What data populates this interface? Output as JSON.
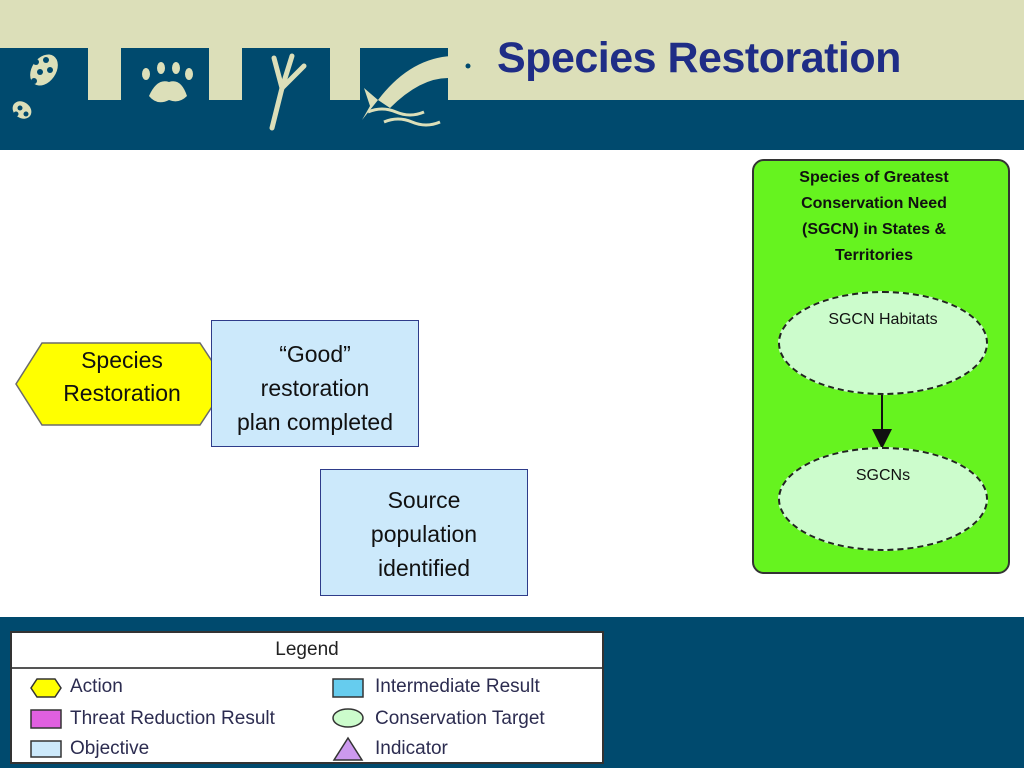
{
  "slide": {
    "title": "Species Restoration",
    "header_icons": [
      "hiking-boot-print-icon",
      "animal-paw-print-icon",
      "bird-track-icon",
      "fish-jumping-icon"
    ]
  },
  "diagram": {
    "action": {
      "label": "Species\nRestoration"
    },
    "objective_1": {
      "label": "“Good”\nrestoration\nplan completed"
    },
    "objective_2": {
      "label": "Source\npopulation\nidentified"
    },
    "sgcn_group": {
      "title": "Species of Greatest\nConservation Need\n(SGCN) in States &\nTerritories",
      "habitats": "SGCN Habitats",
      "species": "SGCNs"
    }
  },
  "legend": {
    "title": "Legend",
    "items": [
      {
        "label": "Action",
        "shape": "hexagon",
        "color": "#ffff00"
      },
      {
        "label": "Threat Reduction Result",
        "shape": "rectangle",
        "color": "#e060e0"
      },
      {
        "label": "Objective",
        "shape": "rectangle",
        "color": "#cce9fb"
      },
      {
        "label": "Intermediate Result",
        "shape": "rectangle",
        "color": "#66ccee"
      },
      {
        "label": "Conservation Target",
        "shape": "ellipse",
        "color": "#ccfccc"
      },
      {
        "label": "Indicator",
        "shape": "triangle",
        "color": "#cc99ee"
      }
    ]
  },
  "colors": {
    "header_top": "#dcdfb9",
    "header_band": "#004a6e",
    "title": "#1f2d86",
    "action_fill": "#ffff00",
    "objective_fill": "#cce9fb",
    "target_group_fill": "#66f31f",
    "target_fill": "#ccfccc"
  }
}
